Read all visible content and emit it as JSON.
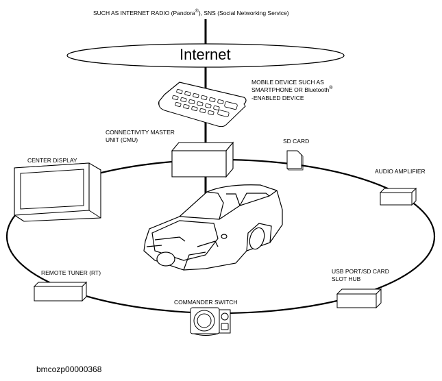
{
  "top_caption": {
    "prefix": "SUCH AS INTERNET RADIO (Pandora",
    "mark": "®",
    "suffix": "), SNS (Social Networking Service)"
  },
  "internet_label": "Internet",
  "mobile_device": {
    "line1": "MOBILE DEVICE SUCH AS",
    "line2": "SMARTPHONE OR Bluetooth",
    "mark": "®",
    "line3": "-ENABLED DEVICE"
  },
  "cmu": {
    "line1": "CONNECTIVITY MASTER",
    "line2": "UNIT (CMU)"
  },
  "sd_card": "SD CARD",
  "center_display": "CENTER DISPLAY",
  "audio_amplifier": "AUDIO AMPLIFIER",
  "remote_tuner": "REMOTE TUNER (RT)",
  "usb_hub": {
    "line1": "USB PORT/SD CARD",
    "line2": "SLOT HUB"
  },
  "commander_switch": "COMMANDER SWITCH",
  "figure_id": "bmcozp00000368"
}
